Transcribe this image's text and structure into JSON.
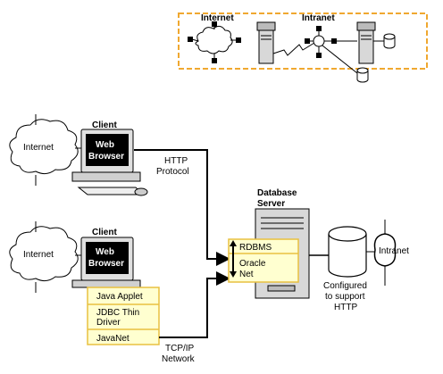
{
  "legend": {
    "internet_label": "Internet",
    "intranet_label": "Intranet",
    "border_color": "#f0a830"
  },
  "clients": [
    {
      "title": "Client",
      "screen_line1": "Web",
      "screen_line2": "Browser",
      "cloud_label": "Internet",
      "protocol_line1": "HTTP",
      "protocol_line2": "Protocol"
    },
    {
      "title": "Client",
      "screen_line1": "Web",
      "screen_line2": "Browser",
      "cloud_label": "Internet",
      "stack": [
        "Java Applet",
        "JDBC Thin Driver",
        "JavaNet"
      ],
      "stack_line2": "Driver",
      "stack_line1_jdbc": "JDBC Thin",
      "network_line1": "TCP/IP",
      "network_line2": "Network"
    }
  ],
  "server": {
    "title_line1": "Database",
    "title_line2": "Server",
    "rdbms": "RDBMS",
    "oraclenet_line1": "Oracle",
    "oraclenet_line2": "Net",
    "note_line1": "Configured",
    "note_line2": "to support",
    "note_line3": "HTTP",
    "intranet_label": "Intranet",
    "highlight_fill": "#ffffd0",
    "highlight_border": "#e8c040"
  }
}
